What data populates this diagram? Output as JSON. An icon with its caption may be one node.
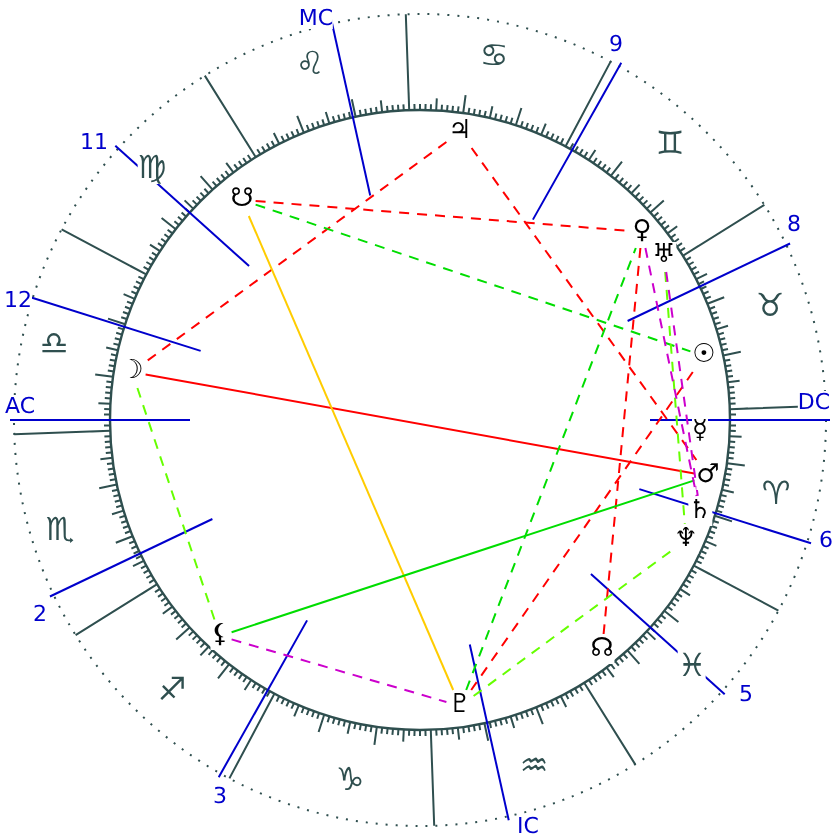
{
  "diagram": {
    "nodes": [
      {
        "text": [
          "☋"
        ]
      },
      {
        "text": [
          "♃"
        ]
      },
      {
        "text": [
          "♀"
        ]
      },
      {
        "text": [
          "♅"
        ]
      },
      {
        "text": [
          "☉"
        ]
      },
      {
        "text": [
          "☿"
        ]
      },
      {
        "text": [
          "♂"
        ]
      },
      {
        "text": [
          "♄"
        ]
      },
      {
        "text": [
          "♆"
        ]
      },
      {
        "text": [
          "☊"
        ]
      },
      {
        "text": [
          "♇"
        ]
      },
      {
        "text": [
          "⚸"
        ]
      },
      {
        "text": [
          "☽"
        ]
      }
    ],
    "edges": [
      {
        "from": 0,
        "to": 2,
        "arrow": "none",
        "style": "dashed",
        "color": "#ff0000"
      },
      {
        "from": 1,
        "to": 12,
        "arrow": "none",
        "style": "dashed",
        "color": "#ff0000"
      },
      {
        "from": 1,
        "to": 6,
        "arrow": "none",
        "style": "dashed",
        "color": "#ff0000"
      },
      {
        "from": 2,
        "to": 9,
        "arrow": "none",
        "style": "dashed",
        "color": "#ff0000"
      },
      {
        "from": 4,
        "to": 10,
        "arrow": "none",
        "style": "dashed",
        "color": "#ff0000"
      },
      {
        "from": 12,
        "to": 6,
        "arrow": "none",
        "color": "#ff0000"
      },
      {
        "from": 0,
        "to": 10,
        "arrow": "none",
        "color": "#ffcc00"
      },
      {
        "from": 0,
        "to": 4,
        "arrow": "none",
        "style": "dashed",
        "color": "#00dd00"
      },
      {
        "from": 12,
        "to": 11,
        "arrow": "none",
        "style": "dashed",
        "color": "#66ff00"
      },
      {
        "from": 11,
        "to": 6,
        "arrow": "none",
        "color": "#00dd00"
      },
      {
        "from": 10,
        "to": 2,
        "arrow": "none",
        "style": "dashed",
        "color": "#00dd00"
      },
      {
        "from": 10,
        "to": 8,
        "arrow": "none",
        "style": "dashed",
        "color": "#66ff00"
      },
      {
        "from": 3,
        "to": 8,
        "arrow": "none",
        "style": "dashed",
        "color": "#66ff00"
      },
      {
        "from": 2,
        "to": 7,
        "arrow": "none",
        "style": "dashed",
        "color": "#cc00cc"
      },
      {
        "from": 3,
        "to": 7,
        "arrow": "none",
        "style": "dashed",
        "color": "#cc00cc"
      },
      {
        "from": 11,
        "to": 10,
        "arrow": "none",
        "style": "dashed",
        "color": "#cc00cc"
      }
    ],
    "labels": [
      "MC",
      "♋",
      "9",
      "♌",
      "♊",
      "11",
      "♍",
      "8",
      "12",
      "♉",
      "♎",
      "DC",
      "AC",
      "♈",
      "♏",
      "6",
      "2",
      "♓",
      "♐",
      "5",
      "♑",
      "♒",
      "3",
      "IC"
    ]
  }
}
